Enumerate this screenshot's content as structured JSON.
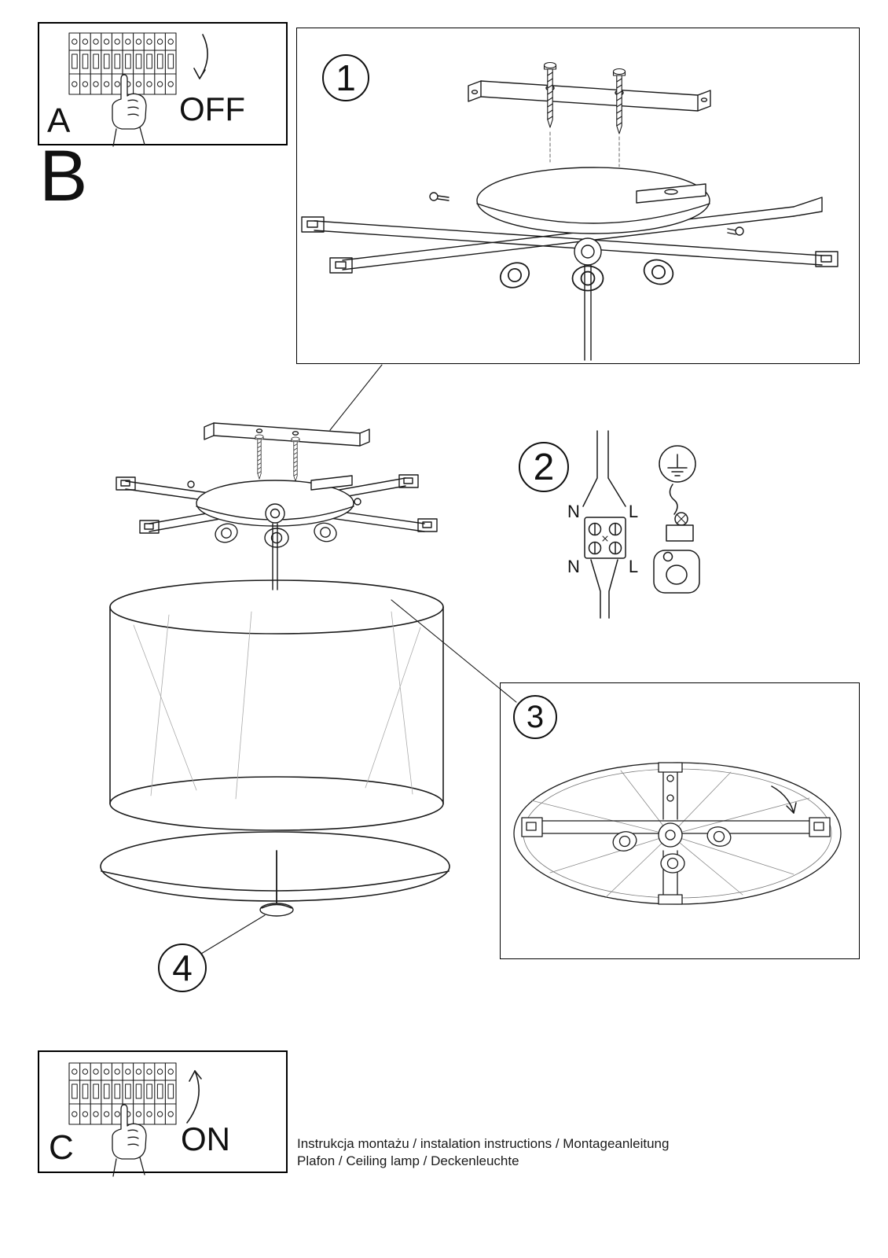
{
  "colors": {
    "ink": "#1a1a1a",
    "paper": "#ffffff"
  },
  "labels": {
    "panel_a": "A",
    "section_b": "B",
    "panel_c": "C",
    "power_off": "OFF",
    "power_on": "ON"
  },
  "steps": {
    "s1": "1",
    "s2": "2",
    "s3": "3",
    "s4": "4"
  },
  "wiring": {
    "n_top": "N",
    "l_top": "L",
    "n_bottom": "N",
    "l_bottom": "L"
  },
  "footer": {
    "line1": "Instrukcja montażu / instalation instructions / Montageanleitung",
    "line2": "Plafon / Ceiling lamp / Deckenleuchte"
  },
  "icons": {
    "breaker_panel": "circuit-breaker-panel-icon",
    "pointing_hand": "pointing-hand-icon",
    "arrow_off": "curved-arrow-down-icon",
    "arrow_on": "curved-arrow-up-icon",
    "earth_ground": "earth-ground-symbol-icon",
    "terminal_block": "terminal-block-icon",
    "ground_clamp": "ground-clamp-icon"
  }
}
